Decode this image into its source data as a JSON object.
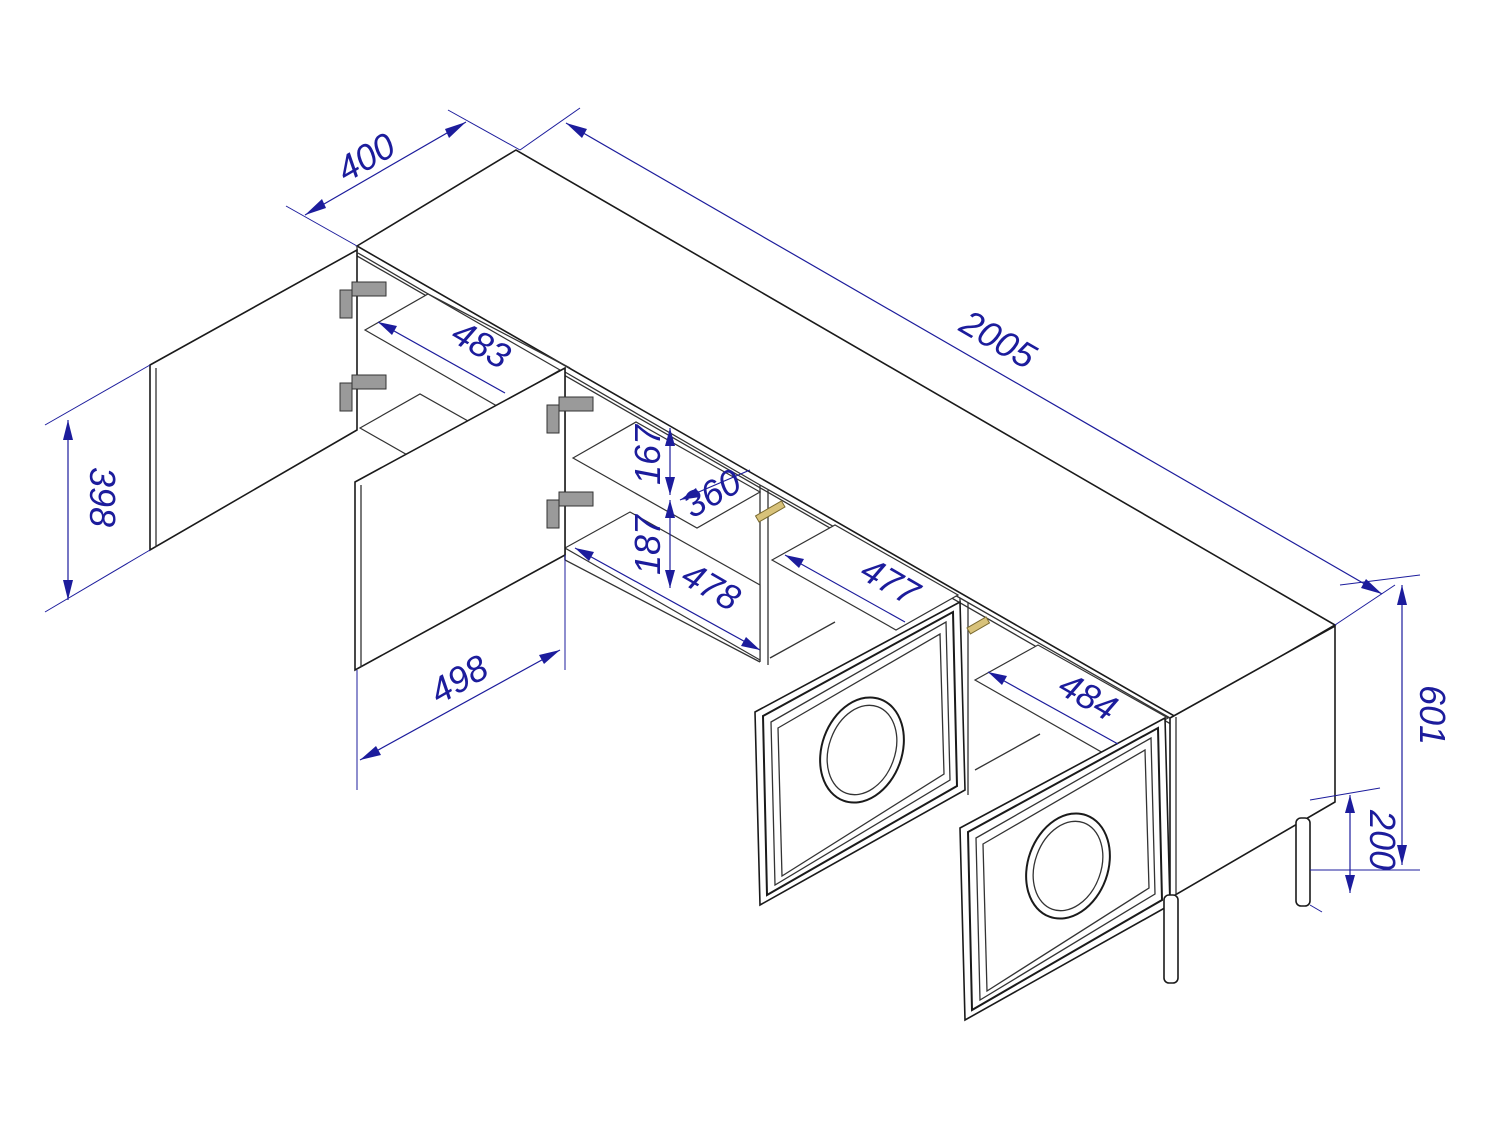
{
  "dimensions": {
    "depth": "400",
    "width": "2005",
    "door_height": "398",
    "shelf_depth_1": "483",
    "upper_compartment": "167",
    "inner_depth": "360",
    "lower_compartment": "187",
    "shelf_depth_2": "478",
    "shelf_depth_3": "477",
    "door_width": "498",
    "shelf_depth_4": "484",
    "total_height": "601",
    "leg_height": "200"
  },
  "colors": {
    "dimension": "#1c1c9c",
    "outline": "#1a1a1a",
    "handle": "#d8c27a"
  }
}
